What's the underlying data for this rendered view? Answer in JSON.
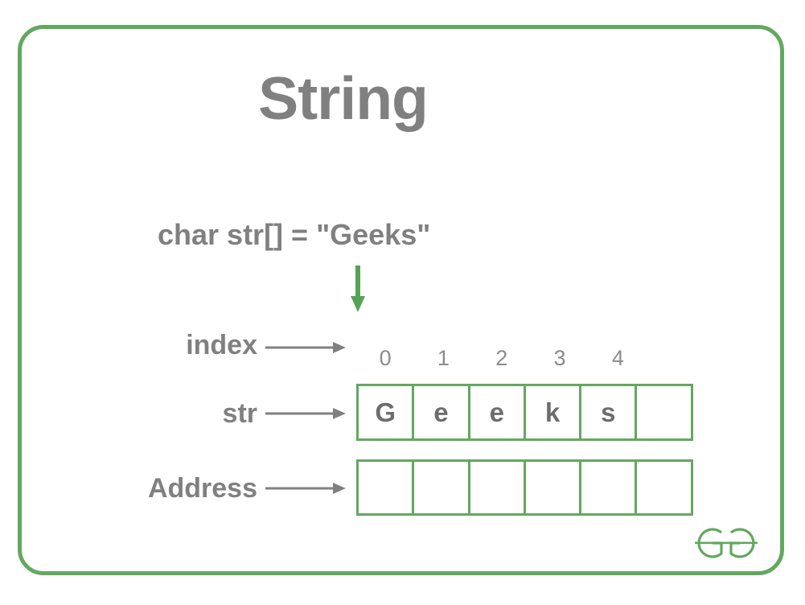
{
  "diagram": {
    "title": "String",
    "declaration": "char str[] = \"Geeks\"",
    "colors": {
      "accent_green": "#63a85f",
      "text_gray": "#808080",
      "index_gray": "#8c8c8c",
      "arrow_gray": "#808080"
    },
    "down_arrow": {
      "name": "green-down-arrow",
      "points_to_cell_index": 0,
      "color": "#55a355"
    },
    "rows": [
      {
        "label": "index",
        "arrow": "right-arrow",
        "values": [
          "0",
          "1",
          "2",
          "3",
          "4",
          ""
        ]
      },
      {
        "label": "str",
        "arrow": "right-arrow",
        "values": [
          "G",
          "e",
          "e",
          "k",
          "s",
          ""
        ]
      },
      {
        "label": "Address",
        "arrow": "right-arrow",
        "values": [
          "",
          "",
          "",
          "",
          "",
          ""
        ]
      }
    ],
    "cell_count": 6,
    "logo": {
      "text": "GG",
      "alt": "geeksforgeeks-logo"
    }
  }
}
